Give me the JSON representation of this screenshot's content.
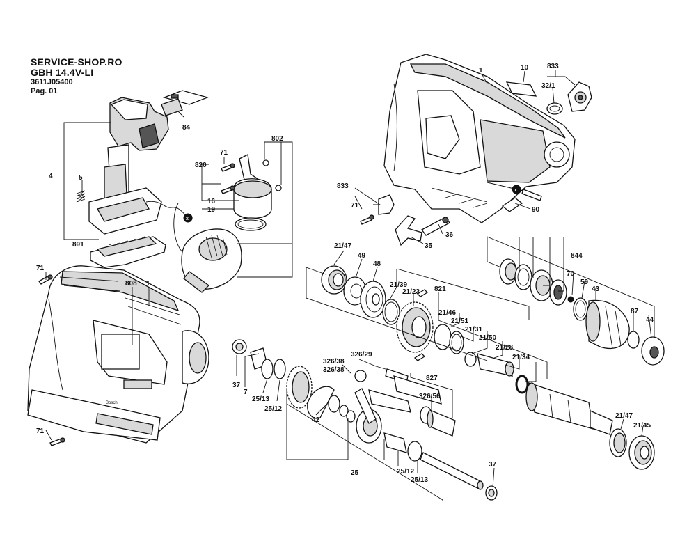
{
  "header": {
    "shop": "SERVICE-SHOP.RO",
    "model": "GBH 14.4V-LI",
    "code": "3611J05400",
    "page": "Pag. 01"
  },
  "labels": {
    "l_84": "84",
    "l_4": "4",
    "l_5": "5",
    "l_891": "891",
    "l_71a": "71",
    "l_820": "820",
    "l_16": "16",
    "l_19": "19",
    "l_802": "802",
    "l_71b": "71",
    "l_808": "808",
    "l_1a": "1",
    "l_71c": "71",
    "l_1b": "1",
    "l_10": "10",
    "l_833a": "833",
    "l_32_1": "32/1",
    "l_833b": "833",
    "l_71d": "71",
    "l_90": "90",
    "l_36": "36",
    "l_35": "35",
    "l_21_47a": "21/47",
    "l_49": "49",
    "l_48": "48",
    "l_21_39": "21/39",
    "l_21_23": "21/23",
    "l_821": "821",
    "l_21_46": "21/46",
    "l_21_51": "21/51",
    "l_21_31": "21/31",
    "l_21_50": "21/50",
    "l_21_28": "21/28",
    "l_21_34": "21/34",
    "l_844": "844",
    "l_70": "70",
    "l_59": "59",
    "l_43": "43",
    "l_87": "87",
    "l_44": "44",
    "l_37a": "37",
    "l_7": "7",
    "l_25_13a": "25/13",
    "l_25_12a": "25/12",
    "l_42": "42",
    "l_326_38a": "326/38",
    "l_326_38b": "326/38",
    "l_326_29": "326/29",
    "l_827": "827",
    "l_326_56": "326/56",
    "l_25": "25",
    "l_25_12b": "25/12",
    "l_25_13b": "25/13",
    "l_37b": "37",
    "l_21_47b": "21/47",
    "l_21_45": "21/45"
  }
}
